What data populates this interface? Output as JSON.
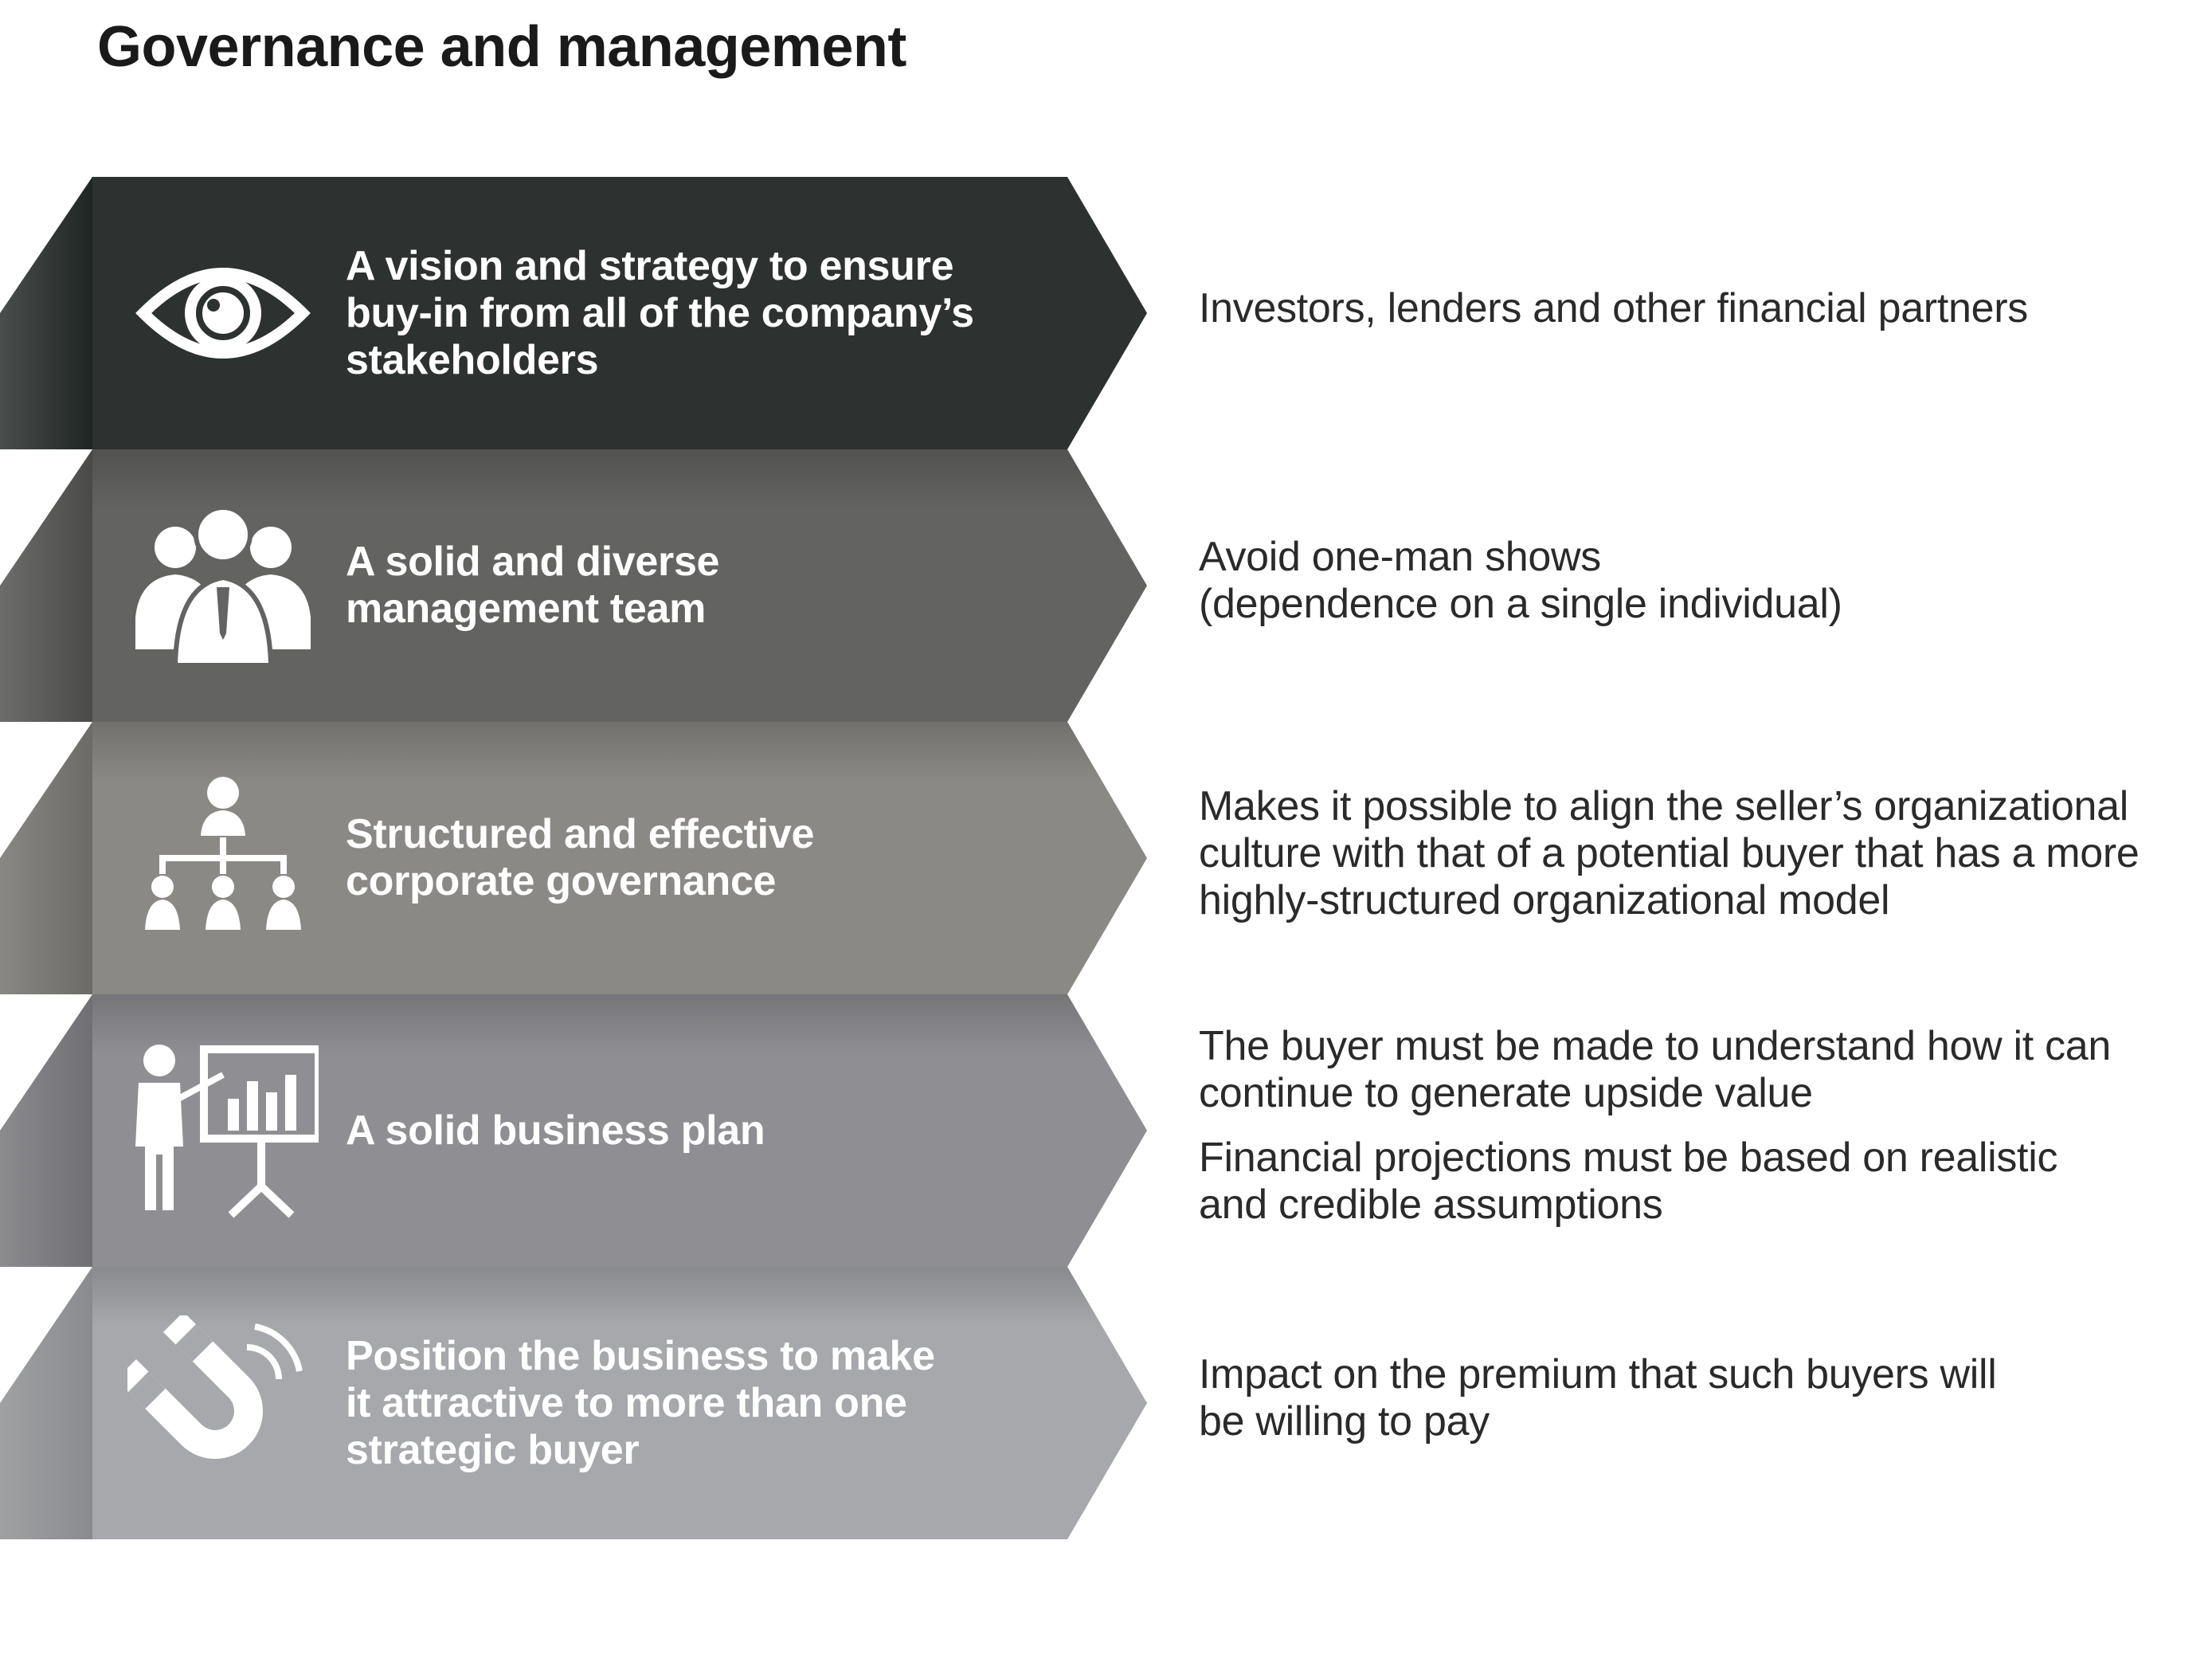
{
  "page_title": "Governance and management",
  "rows": [
    {
      "icon": "eye-icon",
      "color": "#2d3230",
      "label_lines": [
        "A vision and strategy to ensure",
        "buy-in from all of the company’s",
        "stakeholders"
      ],
      "desc_paragraphs": [
        [
          "Investors, lenders and other financial partners"
        ]
      ]
    },
    {
      "icon": "team-icon",
      "color": "#636462",
      "label_lines": [
        "A solid and diverse",
        "management team"
      ],
      "desc_paragraphs": [
        [
          "Avoid one-man shows",
          "(dependence on a single individual)"
        ]
      ]
    },
    {
      "icon": "org-chart-icon",
      "color": "#8b8985",
      "label_lines": [
        "Structured and effective",
        "corporate governance"
      ],
      "desc_paragraphs": [
        [
          "Makes it possible to align the seller’s organizational",
          "culture with that of a potential buyer that has a more",
          "highly-structured organizational model"
        ]
      ]
    },
    {
      "icon": "presentation-icon",
      "color": "#8f8f93",
      "label_lines": [
        "A solid business plan"
      ],
      "desc_paragraphs": [
        [
          "The buyer must be made to understand how it can",
          "continue to generate upside value"
        ],
        [
          "Financial projections must be based on realistic",
          "and credible assumptions"
        ]
      ]
    },
    {
      "icon": "magnet-icon",
      "color": "#a7a8ab",
      "label_lines": [
        "Position the business to make",
        "it attractive to more than one",
        "strategic buyer"
      ],
      "desc_paragraphs": [
        [
          "Impact on the premium that such buyers will",
          "be willing to pay"
        ]
      ]
    }
  ]
}
